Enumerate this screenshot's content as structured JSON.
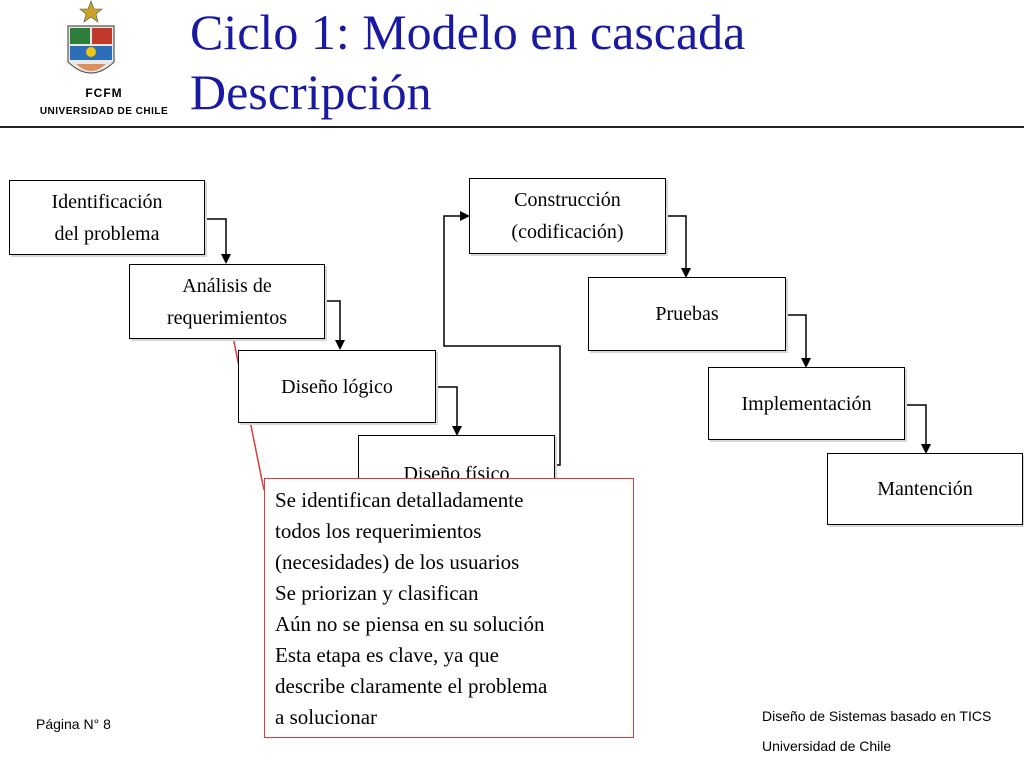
{
  "header": {
    "title_line1": "Ciclo 1: Modelo en cascada",
    "title_line2": "Descripción",
    "logo_line1": "FCFM",
    "logo_line2": "UNIVERSIDAD DE CHILE"
  },
  "diagram": {
    "steps": [
      {
        "label_line1": "Identificación",
        "label_line2": "del problema"
      },
      {
        "label_line1": "Análisis de",
        "label_line2": "requerimientos"
      },
      {
        "label_line1": "Diseño lógico",
        "label_line2": ""
      },
      {
        "label_line1": "Diseño físico",
        "label_line2": ""
      },
      {
        "label_line1": "Construcción",
        "label_line2": "(codificación)"
      },
      {
        "label_line1": "Pruebas",
        "label_line2": ""
      },
      {
        "label_line1": "Implementación",
        "label_line2": ""
      },
      {
        "label_line1": "Mantención",
        "label_line2": ""
      }
    ]
  },
  "callout": {
    "lines": [
      "Se identifican detalladamente",
      "todos los requerimientos",
      "(necesidades) de los usuarios",
      "Se priorizan y clasifican",
      "Aún no se piensa en su solución",
      "Esta etapa es clave, ya que",
      "describe claramente el problema",
      "a solucionar"
    ]
  },
  "footer": {
    "page": "Página N° 8",
    "course": "Diseño de Sistemas basado en TICS",
    "university": "Universidad de Chile"
  }
}
